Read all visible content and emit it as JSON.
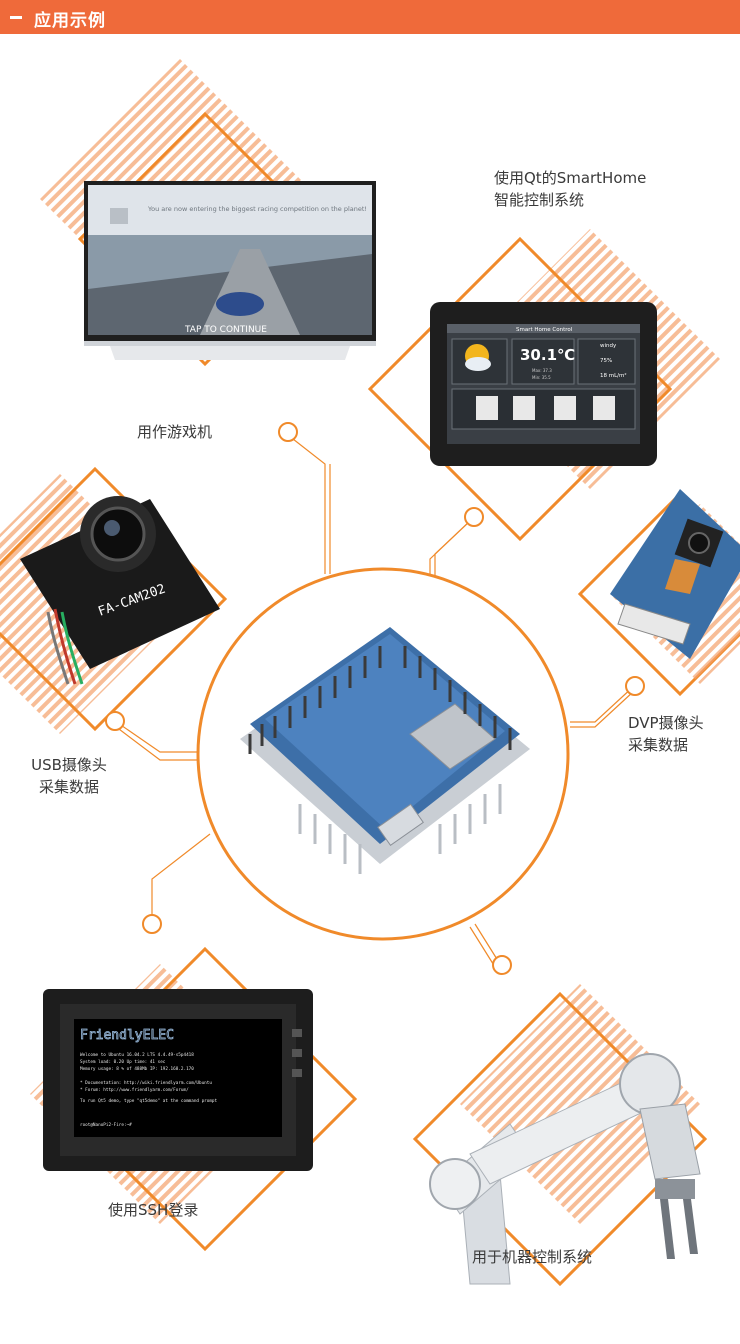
{
  "header": {
    "title": "应用示例"
  },
  "colors": {
    "accent": "#ef6a3a",
    "line": "#f08a2a"
  },
  "labels": {
    "game": "用作游戏机",
    "smarthome_1": "使用Qt的SmartHome",
    "smarthome_2": "智能控制系统",
    "usb_1": "USB摄像头",
    "usb_2": "采集数据",
    "dvp_1": "DVP摄像头",
    "dvp_2": "采集数据",
    "ssh": "使用SSH登录",
    "robot": "用于机器控制系统"
  },
  "tv_screen": {
    "quote": "You are now entering the biggest racing competition on the planet!",
    "prompt": "TAP TO CONTINUE"
  },
  "tablet_screen": {
    "title": "Smart Home Control",
    "temp": "30.1℃",
    "wind": "windy",
    "humidity": "75%",
    "rain": "18 mL/m²",
    "max": "Max: 37.3",
    "min": "Min: 35.5"
  },
  "camera_board": {
    "model": "FA-CAM202"
  },
  "terminal": {
    "lines": [
      "Welcome to Ubuntu 16.04.2 LTS 4.4.49-s5p4418",
      "System load: 0.20      Up time: 41 sec",
      "Memory usage: 8 % of 488Mb   IP: 192.168.2.170",
      "* Documentation: http://wiki.friendlyarm.com/Ubuntu",
      "* Forum: http://www.friendlyarm.com/Forum/",
      "To run Qt5 demo, type \"qt5demo\" at the command prompt",
      "root@NanoPi2-Fire:~# "
    ]
  }
}
